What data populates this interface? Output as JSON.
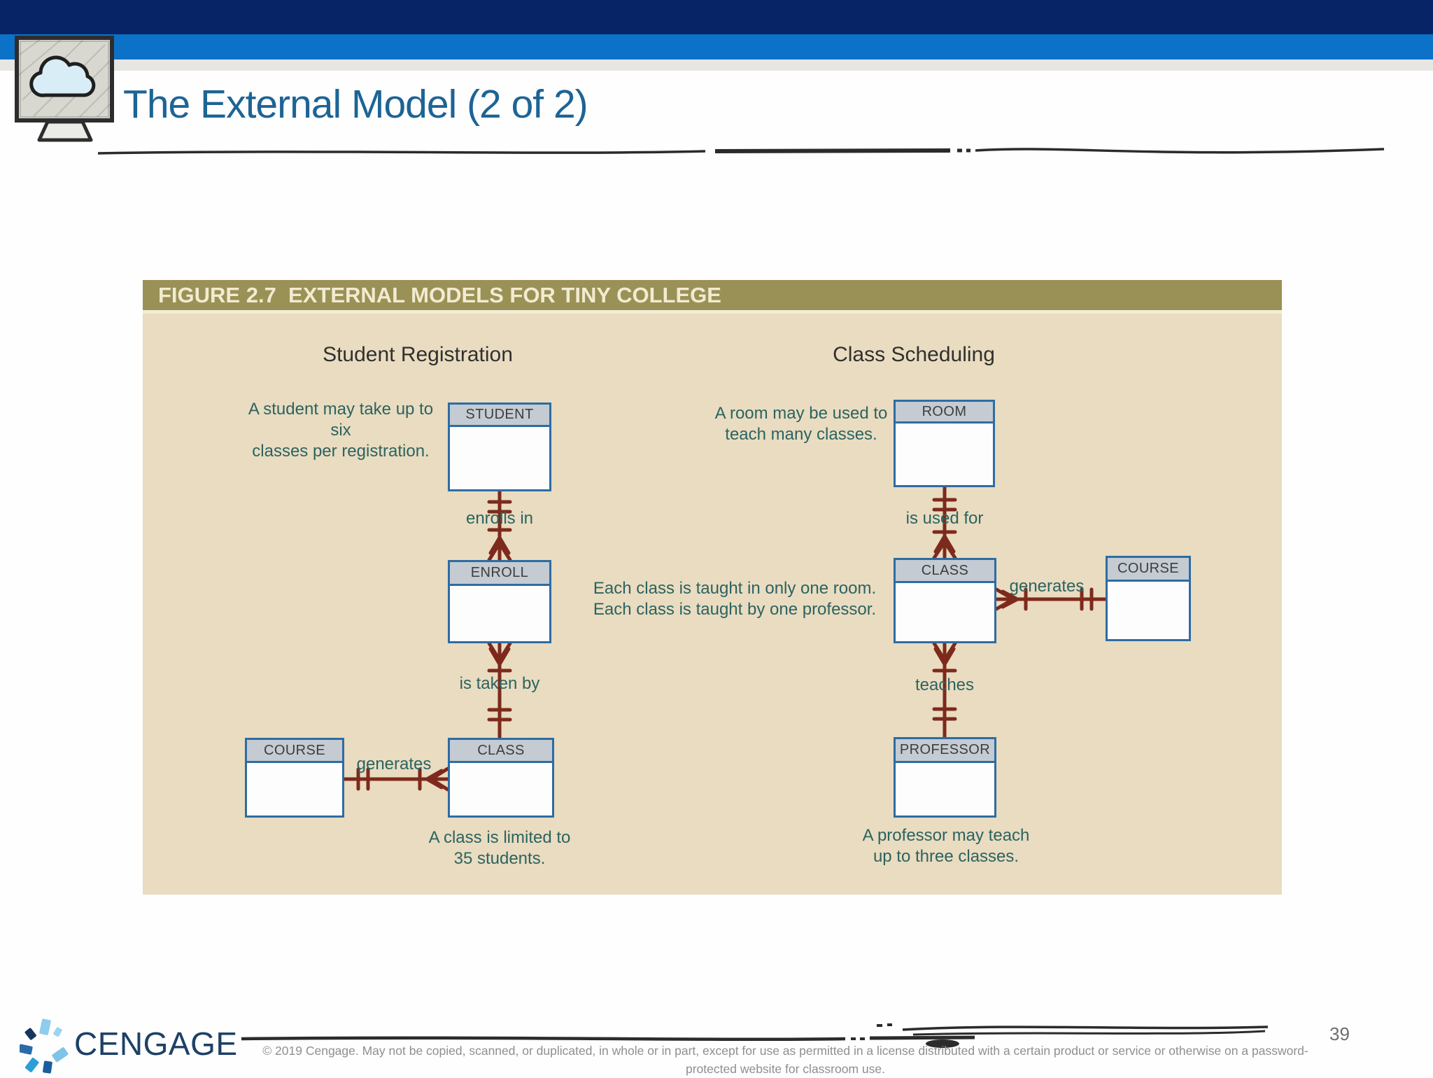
{
  "colors": {
    "navy": "#062466",
    "band_blue": "#0b72c8",
    "gray_band": "#e7e6e3",
    "title": "#1d6495",
    "olive": "#9a9156",
    "olive_text": "#f2ebd1",
    "tan": "#e9dcc0",
    "box_border": "#2e6ca3",
    "box_header": "#c4cbd2",
    "entity_text": "#3d3d3d",
    "maroon": "#7d2a1c",
    "note": "#2c6361",
    "heading": "#303030",
    "divider": "#2b2b2b",
    "copyright": "#8f8f8f",
    "page_number": "#6e6e6e",
    "brand": "#1d4067"
  },
  "slide": {
    "title": "The External Model (2 of 2)",
    "page_number": "39"
  },
  "footer": {
    "brand": "CENGAGE",
    "copyright_line1": "© 2019 Cengage. May not be copied, scanned, or duplicated, in whole or in part, except for use as permitted in a license distributed with a certain product or service or otherwise on a password-",
    "copyright_line2": "protected website for classroom use."
  },
  "figure": {
    "header": "FIGURE 2.7  EXTERNAL MODELS FOR TINY COLLEGE",
    "left": {
      "heading": "Student Registration",
      "entities": {
        "student": "STUDENT",
        "enroll": "ENROLL",
        "class": "CLASS",
        "course": "COURSE"
      },
      "relationships": {
        "enrolls_in": "enrolls in",
        "is_taken_by": "is taken by",
        "generates": "generates"
      },
      "notes": {
        "student_line1": "A student may take up to six",
        "student_line2": "classes per registration.",
        "class_limit_line1": "A class is limited to",
        "class_limit_line2": "35 students."
      }
    },
    "right": {
      "heading": "Class Scheduling",
      "entities": {
        "room": "ROOM",
        "class": "CLASS",
        "course": "COURSE",
        "professor": "PROFESSOR"
      },
      "relationships": {
        "is_used_for": "is used for",
        "teaches": "teaches",
        "generates": "generates"
      },
      "notes": {
        "room_line1": "A room may be used to",
        "room_line2": "teach many classes.",
        "taught_line1": "Each class is taught in only one room.",
        "taught_line2": "Each class is taught by one professor.",
        "professor_line1": "A professor may teach",
        "professor_line2": "up to three classes."
      }
    }
  },
  "icons": {
    "slide_icon": "monitor-cloud-icon",
    "brand_icon": "cengage-starburst-icon"
  }
}
